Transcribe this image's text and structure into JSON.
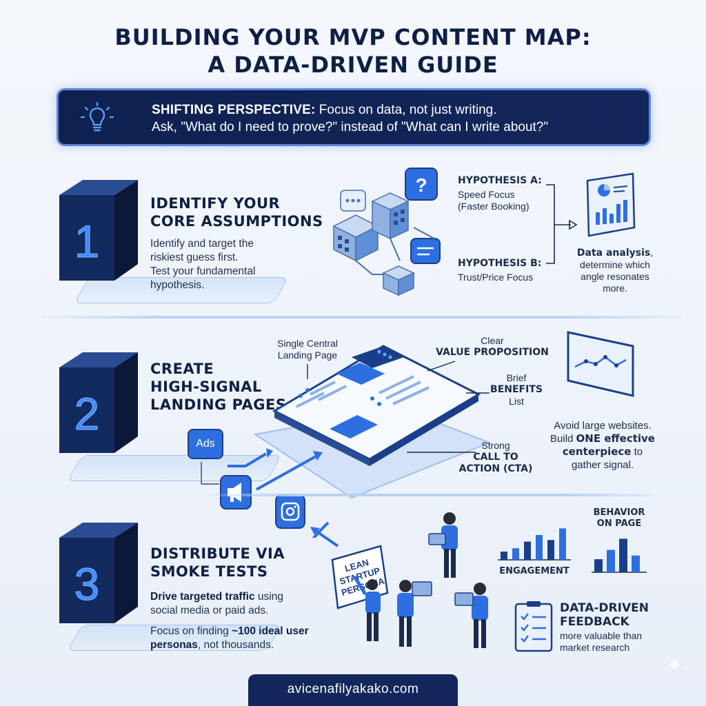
{
  "title": {
    "line1": "BUILDING YOUR MVP CONTENT MAP:",
    "line2": "A DATA-DRIVEN GUIDE"
  },
  "banner": {
    "label": "SHIFTING PERSPECTIVE:",
    "line1": "Focus on data, not just writing.",
    "line2": "Ask, \"What do I need to prove?\" instead of \"What can I write about?\"",
    "icon": "lightbulb-icon"
  },
  "steps": [
    {
      "number": "1",
      "heading_line1": "IDENTIFY YOUR",
      "heading_line2": "CORE ASSUMPTIONS",
      "body_line1": "Identify and target the",
      "body_line2": "riskiest guess first.",
      "body_line3": "Test your fundamental",
      "body_line4": "hypothesis."
    },
    {
      "number": "2",
      "heading_line1": "CREATE",
      "heading_line2": "HIGH-SIGNAL",
      "heading_line3": "LANDING PAGES"
    },
    {
      "number": "3",
      "heading_line1": "DISTRIBUTE VIA",
      "heading_line2": "SMOKE TESTS",
      "body1_bold": "Drive targeted traffic",
      "body1_rest": " using",
      "body1_line2": "social media or paid ads.",
      "body2_pre": "Focus on finding ",
      "body2_bold": "~100 ideal user",
      "body2_bold2": "personas",
      "body2_rest": ", not thousands."
    }
  ],
  "hypotheses": {
    "a_title": "HYPOTHESIS A:",
    "a_line1": "Speed Focus",
    "a_line2": "(Faster Booking)",
    "b_title": "HYPOTHESIS B:",
    "b_line1": "Trust/Price Focus",
    "analysis_bold": "Data analysis",
    "analysis_rest": ",",
    "analysis_line2": "determine which",
    "analysis_line3": "angle resonates",
    "analysis_line4": "more."
  },
  "landing": {
    "single_line1": "Single Central",
    "single_line2": "Landing Page",
    "clear": "Clear",
    "value_prop": "VALUE PROPOSITION",
    "brief": "Brief",
    "benefits": "BENEFITS",
    "list": "List",
    "strong": "Strong",
    "cta_line1": "CALL TO",
    "cta_line2": "ACTION (CTA)",
    "ads": "Ads",
    "avoid_line1": "Avoid large websites.",
    "avoid_line2_pre": "Build ",
    "avoid_line2_bold": "ONE effective",
    "avoid_line3": "centerpiece",
    "avoid_line3_rest": " to",
    "avoid_line4": "gather signal."
  },
  "smoke": {
    "sign_line1": "LEAN",
    "sign_line2": "STARTUP",
    "sign_line3": "PERSONA",
    "engagement": "ENGAGEMENT",
    "behavior_line1": "BEHAVIOR",
    "behavior_line2": "ON PAGE",
    "feedback_line1": "DATA-DRIVEN",
    "feedback_line2": "FEEDBACK",
    "feedback_line3": "more valuable than",
    "feedback_line4": "market research"
  },
  "engagement_bars": [
    0.25,
    0.35,
    0.55,
    0.75,
    0.6,
    0.95
  ],
  "behavior_bars": [
    0.35,
    0.6,
    0.9,
    0.45
  ],
  "footer": "avicenafilyakako.com",
  "colors": {
    "navy": "#0f2150",
    "accent": "#3a7be0",
    "light_accent": "#5f86d6"
  }
}
